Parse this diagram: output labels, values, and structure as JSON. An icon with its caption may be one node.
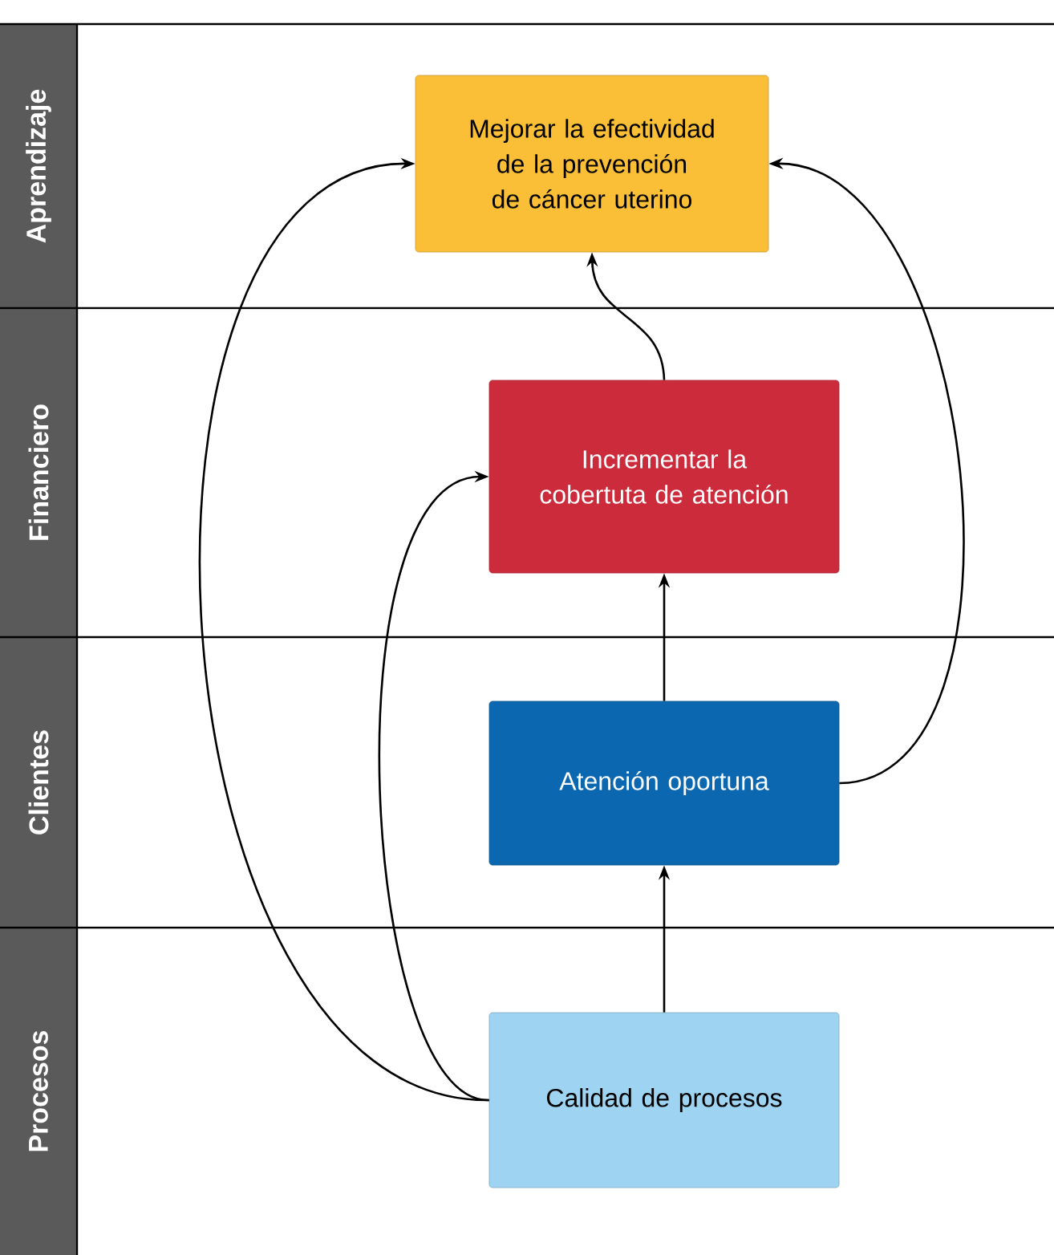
{
  "diagram": {
    "nodes": [
      {
        "text": [
          "Aprendizaje"
        ]
      },
      {
        "text": [
          "Financiero"
        ]
      },
      {
        "text": [
          "Clientes"
        ]
      },
      {
        "text": [
          "Procesos"
        ]
      },
      {
        "text": [
          "Mejorar la efectividad de la prevención de cáncer uterino"
        ],
        "in": 0
      },
      {
        "text": [
          "Incrementar la cobertuta de atención"
        ],
        "in": 1
      },
      {
        "text": [
          "Atención oportuna"
        ],
        "in": 2
      },
      {
        "text": [
          "Calidad de procesos"
        ],
        "in": 3
      }
    ],
    "edges": [
      {
        "from": 7,
        "to": 6,
        "arrow": "to"
      },
      {
        "from": 6,
        "to": 5,
        "arrow": "to"
      },
      {
        "from": 5,
        "to": 4,
        "arrow": "to"
      },
      {
        "from": 7,
        "to": 5,
        "arrow": "to"
      },
      {
        "from": 7,
        "to": 4,
        "arrow": "to"
      },
      {
        "from": 6,
        "to": 4,
        "arrow": "to"
      }
    ]
  }
}
